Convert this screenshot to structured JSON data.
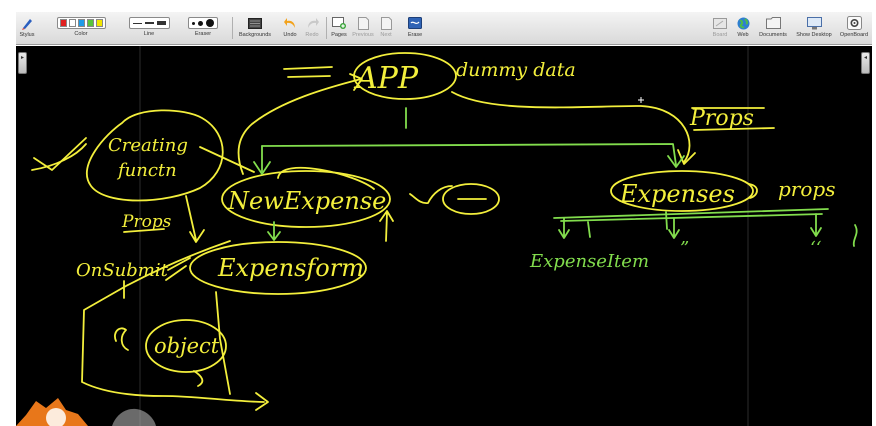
{
  "toolbar": {
    "stylus": "Stylus",
    "color": "Color",
    "line": "Line",
    "eraser": "Eraser",
    "backgrounds": "Backgrounds",
    "undo": "Undo",
    "redo": "Redo",
    "pages": "Pages",
    "previous": "Previous",
    "next": "Next",
    "erase": "Erase",
    "board": "Board",
    "web": "Web",
    "documents": "Documents",
    "show_desktop": "Show Desktop",
    "openboard": "OpenBoard"
  },
  "palette_colors": [
    "#e02020",
    "#ffffff",
    "#1e9be8",
    "#58c43c",
    "#f2e600"
  ],
  "ink_colors": {
    "yellow": "#f3ef3c",
    "green": "#82dd4d",
    "background": "#000000"
  },
  "whiteboard": {
    "app": "APP",
    "dummy_data": "dummy data",
    "props_top": "Props",
    "creating_functn": [
      "Creating",
      "functn"
    ],
    "new_expense": "NewExpense",
    "expenses": "Expenses",
    "props_right": "props",
    "props_left": "Props",
    "onsubmit": "OnSubmit",
    "expensform": "Expensform",
    "object": "object",
    "expense_item": "ExpenseItem",
    "quote1": "”",
    "quote2": "‘‘"
  }
}
